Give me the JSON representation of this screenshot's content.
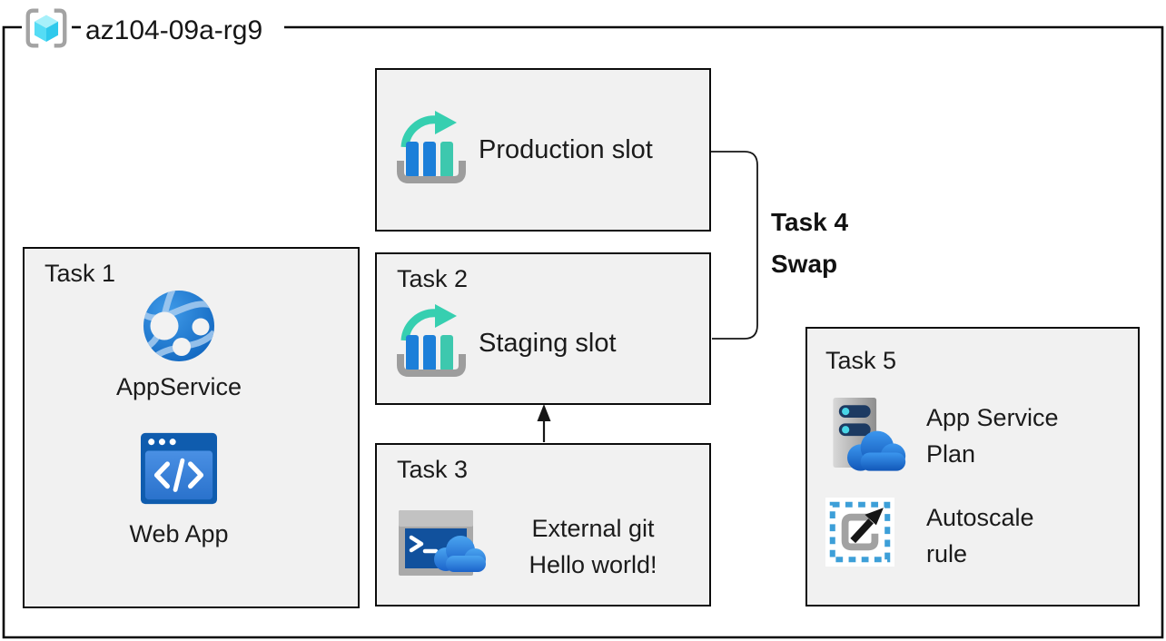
{
  "title": "az104-09a-rg9",
  "boxes": {
    "production": {
      "label": "Production slot"
    },
    "staging": {
      "task": "Task 2",
      "label": "Staging slot"
    },
    "task1": {
      "task": "Task 1",
      "app_service_label": "AppService",
      "web_app_label": "Web App"
    },
    "task3": {
      "task": "Task 3",
      "line1": "External git",
      "line2": "Hello world!"
    },
    "task5": {
      "task": "Task 5",
      "plan_line1": "App Service",
      "plan_line2": "Plan",
      "autoscale_line1": "Autoscale",
      "autoscale_line2": "rule"
    }
  },
  "annotations": {
    "task4": {
      "line1": "Task 4",
      "line2": "Swap"
    }
  },
  "icons": {
    "resource-group-icon": "gray-brackets-with-cyan-cube",
    "deployment-slot-icon": "bar-chart-with-teal-arrow-in-gray-tray",
    "app-service-icon": "blue-globe-with-white-nodes",
    "web-app-icon": "blue-browser-window-with-code-chevrons",
    "cloud-shell-icon": "terminal-window-with-blue-cloud",
    "app-service-plan-icon": "gray-server-with-blue-cloud",
    "autoscale-icon": "dashed-square-with-diagonal-arrow",
    "swap-bracket": "rounded-bracket-connector",
    "deploy-arrow": "upward-arrow-task3-to-staging"
  },
  "colors": {
    "background": "#ffffff",
    "box_fill": "#f1f1f1",
    "box_border": "#0c0c0c",
    "azure_blue": "#1c7fd9",
    "teal": "#3dc8ae",
    "cube_cyan": "#55dcf5",
    "tray_gray": "#9d9d9d",
    "terminal_navy": "#11519d",
    "server_slot_navy": "#1c3a62",
    "cloud_blue_dark": "#1b63ca",
    "autoscale_dash_blue": "#3d9fd8"
  }
}
